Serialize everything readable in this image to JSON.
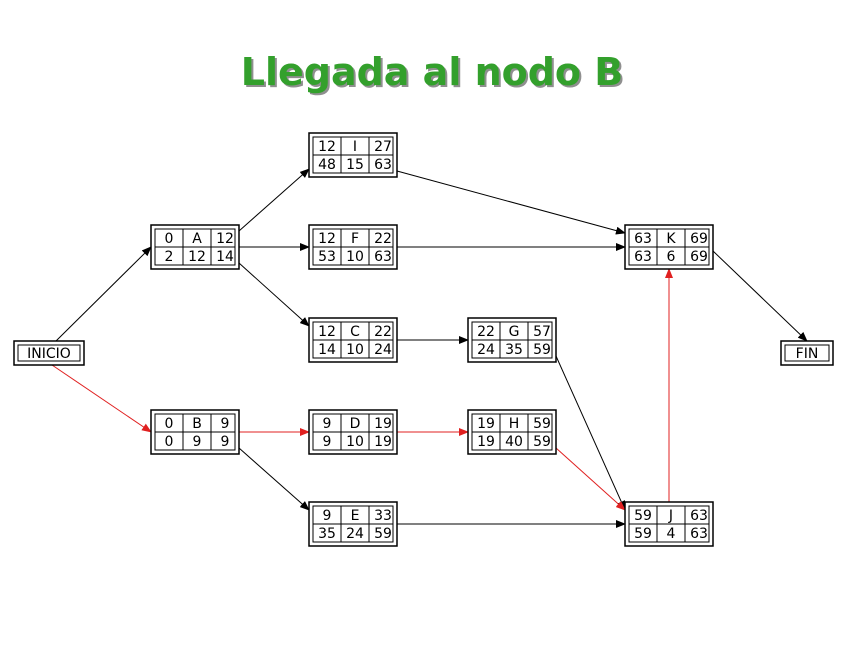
{
  "title": "Llegada al nodo B",
  "colors": {
    "title": "#33a02c",
    "critical_arrow": "#e02020",
    "normal_arrow": "#000000"
  },
  "terminals": {
    "start": "INICIO",
    "end": "FIN"
  },
  "nodes": [
    {
      "id": "A",
      "es": "0",
      "name": "A",
      "ef": "12",
      "ls": "2",
      "dur": "12",
      "lf": "14"
    },
    {
      "id": "B",
      "es": "0",
      "name": "B",
      "ef": "9",
      "ls": "0",
      "dur": "9",
      "lf": "9"
    },
    {
      "id": "I",
      "es": "12",
      "name": "I",
      "ef": "27",
      "ls": "48",
      "dur": "15",
      "lf": "63"
    },
    {
      "id": "F",
      "es": "12",
      "name": "F",
      "ef": "22",
      "ls": "53",
      "dur": "10",
      "lf": "63"
    },
    {
      "id": "C",
      "es": "12",
      "name": "C",
      "ef": "22",
      "ls": "14",
      "dur": "10",
      "lf": "24"
    },
    {
      "id": "D",
      "es": "9",
      "name": "D",
      "ef": "19",
      "ls": "9",
      "dur": "10",
      "lf": "19"
    },
    {
      "id": "E",
      "es": "9",
      "name": "E",
      "ef": "33",
      "ls": "35",
      "dur": "24",
      "lf": "59"
    },
    {
      "id": "G",
      "es": "22",
      "name": "G",
      "ef": "57",
      "ls": "24",
      "dur": "35",
      "lf": "59"
    },
    {
      "id": "H",
      "es": "19",
      "name": "H",
      "ef": "59",
      "ls": "19",
      "dur": "40",
      "lf": "59"
    },
    {
      "id": "K",
      "es": "63",
      "name": "K",
      "ef": "69",
      "ls": "63",
      "dur": "6",
      "lf": "69"
    },
    {
      "id": "J",
      "es": "59",
      "name": "J",
      "ef": "63",
      "ls": "59",
      "dur": "4",
      "lf": "63"
    }
  ],
  "edges": [
    {
      "from": "INICIO",
      "to": "A",
      "critical": false
    },
    {
      "from": "INICIO",
      "to": "B",
      "critical": true
    },
    {
      "from": "A",
      "to": "I",
      "critical": false
    },
    {
      "from": "A",
      "to": "F",
      "critical": false
    },
    {
      "from": "A",
      "to": "C",
      "critical": false
    },
    {
      "from": "B",
      "to": "D",
      "critical": true
    },
    {
      "from": "B",
      "to": "E",
      "critical": false
    },
    {
      "from": "I",
      "to": "K",
      "critical": false
    },
    {
      "from": "F",
      "to": "K",
      "critical": false
    },
    {
      "from": "C",
      "to": "G",
      "critical": false
    },
    {
      "from": "D",
      "to": "H",
      "critical": true
    },
    {
      "from": "G",
      "to": "J",
      "critical": false
    },
    {
      "from": "H",
      "to": "J",
      "critical": true
    },
    {
      "from": "E",
      "to": "J",
      "critical": false
    },
    {
      "from": "J",
      "to": "K",
      "critical": true
    },
    {
      "from": "K",
      "to": "FIN",
      "critical": false
    }
  ]
}
